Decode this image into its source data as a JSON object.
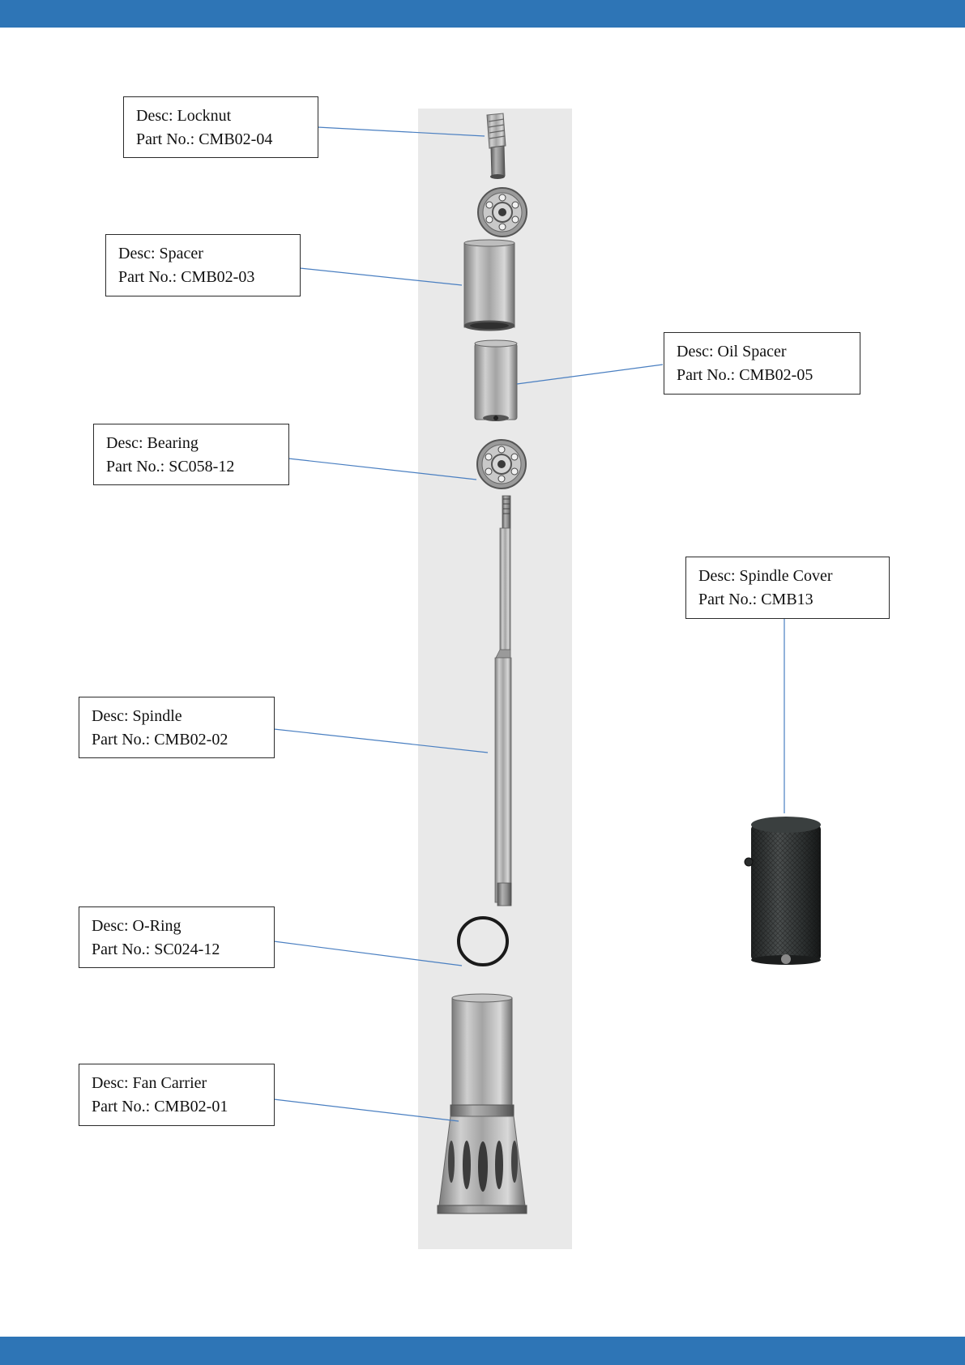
{
  "theme": {
    "bar_color": "#2e75b6",
    "leader_color": "#4a7fc1",
    "strip_color": "#e9e9e9"
  },
  "callouts": [
    {
      "id": "locknut",
      "desc": "Desc: Locknut",
      "part": "Part No.: CMB02-04"
    },
    {
      "id": "spacer",
      "desc": "Desc: Spacer",
      "part": "Part No.: CMB02-03"
    },
    {
      "id": "oil-spacer",
      "desc": "Desc: Oil Spacer",
      "part": "Part No.: CMB02-05"
    },
    {
      "id": "bearing",
      "desc": "Desc: Bearing",
      "part": "Part No.: SC058-12"
    },
    {
      "id": "spindle-cover",
      "desc": "Desc: Spindle Cover",
      "part": "Part No.: CMB13"
    },
    {
      "id": "spindle",
      "desc": "Desc: Spindle",
      "part": "Part No.: CMB02-02"
    },
    {
      "id": "o-ring",
      "desc": "Desc: O-Ring",
      "part": "Part No.: SC024-12"
    },
    {
      "id": "fan-carrier",
      "desc": "Desc: Fan Carrier",
      "part": "Part No.: CMB02-01"
    }
  ]
}
